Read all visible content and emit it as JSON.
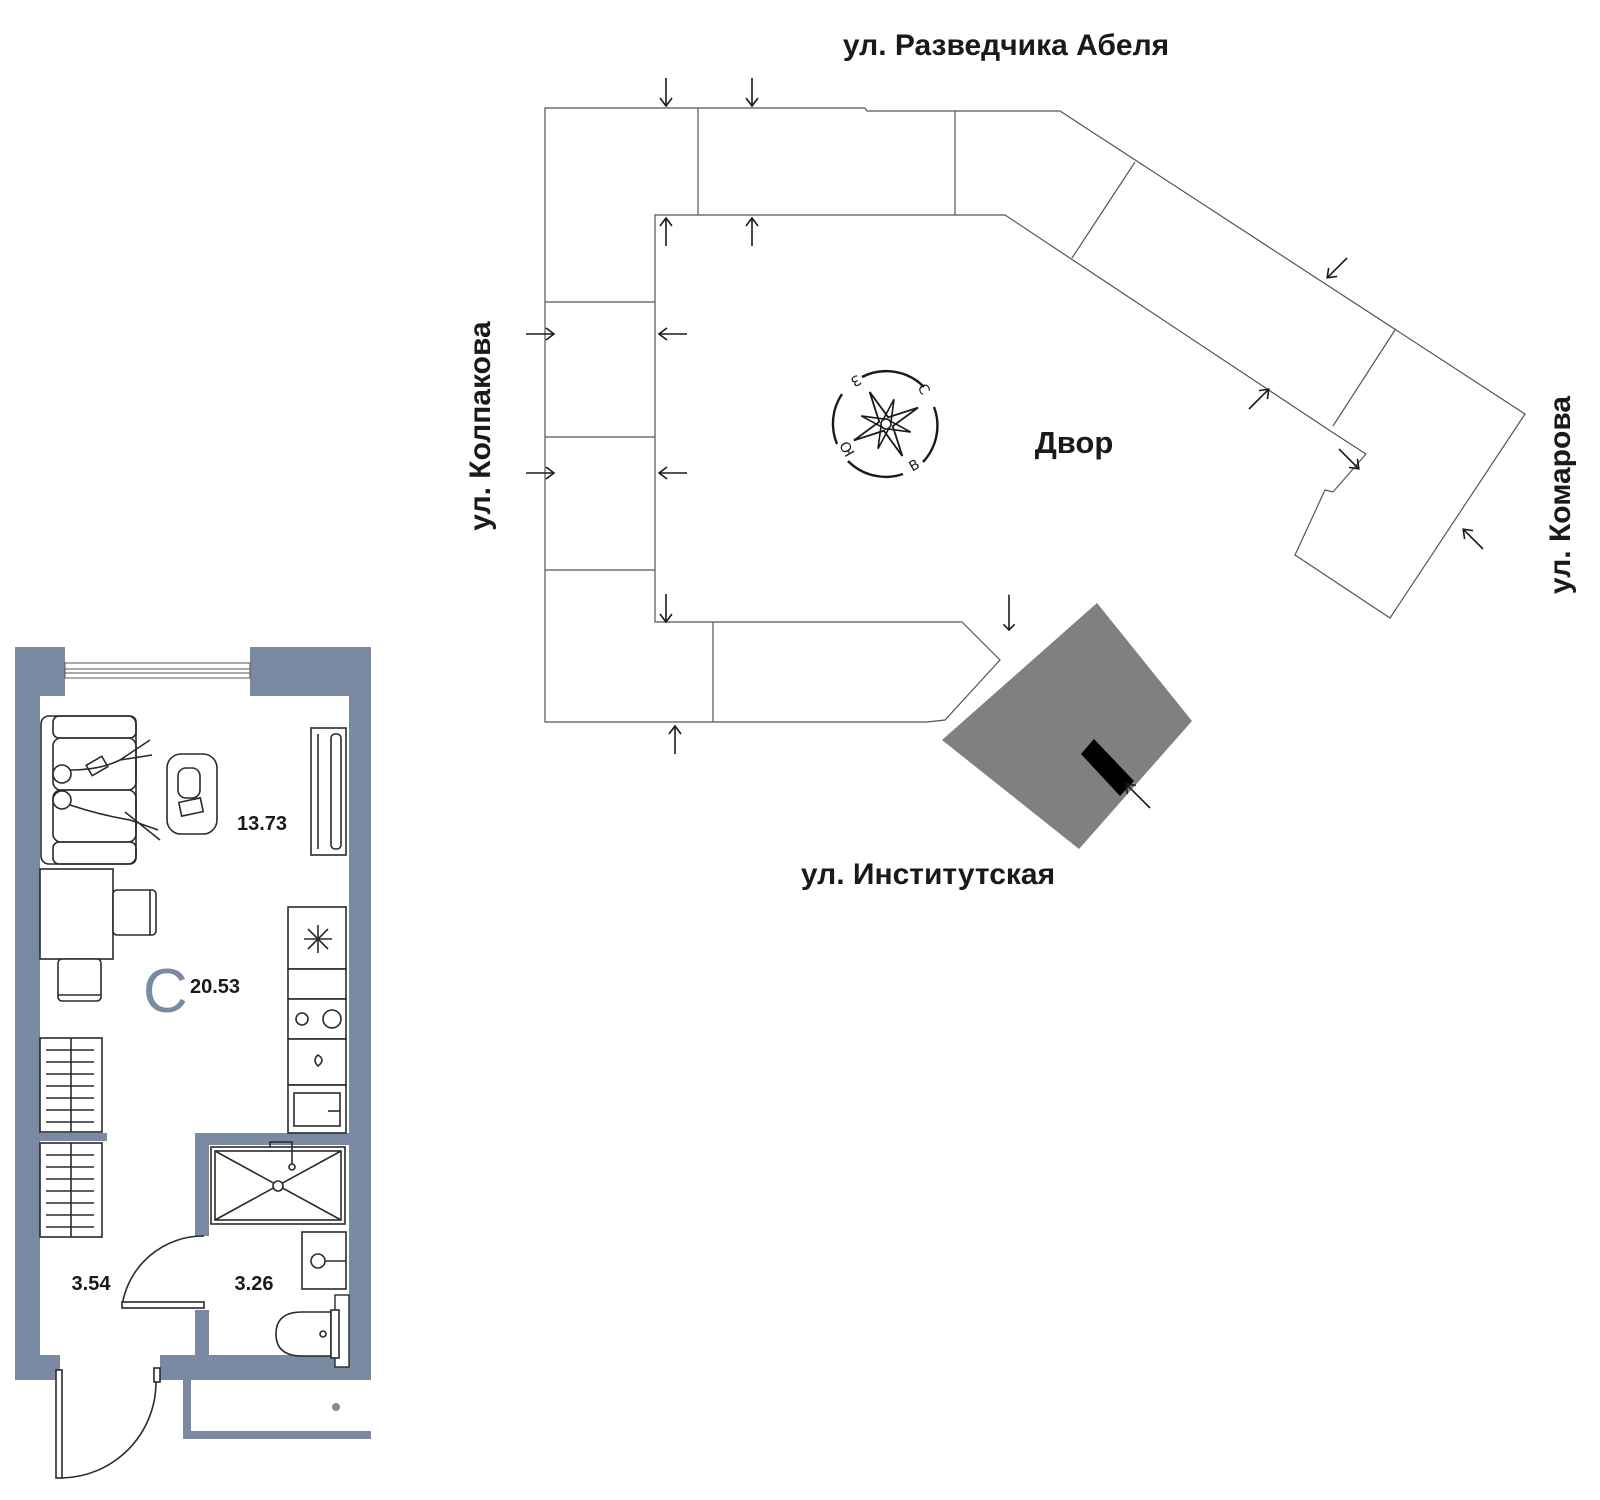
{
  "site_plan": {
    "streets": {
      "north": "ул. Разведчика Абеля",
      "west": "ул. Колпакова",
      "east": "ул. Комарова",
      "south": "ул. Институтская"
    },
    "yard_label": "Двор",
    "compass": {
      "north": "С",
      "east": "В",
      "south": "Ю",
      "west": "З"
    }
  },
  "apartment": {
    "type_letter": "С",
    "total_area": "20.53",
    "rooms": [
      {
        "name": "living",
        "area": "13.73"
      },
      {
        "name": "hallway",
        "area": "3.54"
      },
      {
        "name": "bathroom",
        "area": "3.26"
      }
    ]
  },
  "colors": {
    "wall": "#7a8aa3",
    "highlight_section": "#808080",
    "entrance_marker": "#000000",
    "type_letter": "#7a8aa3"
  }
}
